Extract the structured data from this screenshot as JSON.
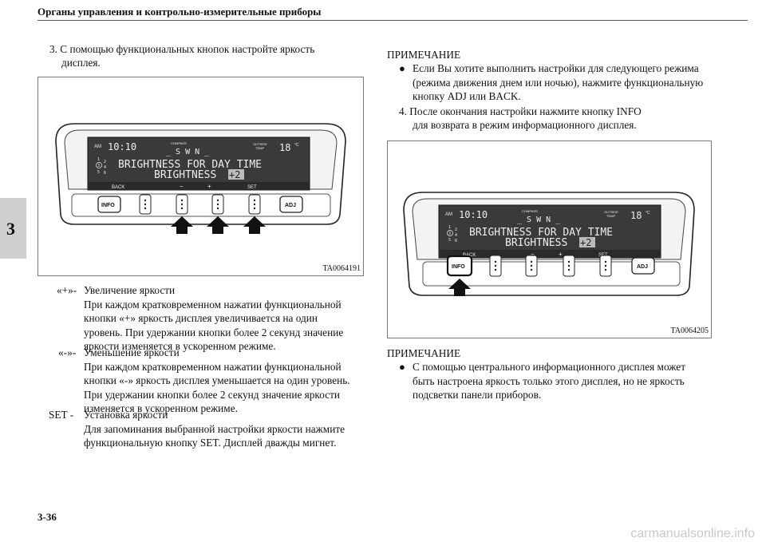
{
  "header": {
    "title": "Органы управления и контрольно-измерительные приборы"
  },
  "tab": {
    "number": "3"
  },
  "left": {
    "step3_line1": "3.  С помощью функциональных кнопок настройте яркость",
    "step3_line2": "дисплея."
  },
  "figure1": {
    "code": "TA0064191"
  },
  "figure2": {
    "code": "TA0064205"
  },
  "display": {
    "am": "AM",
    "time": "10:10",
    "compass_label": "COMPASS",
    "compass_letters": "_ S   W   N _",
    "outside_label1": "OUTSIDE",
    "outside_label2": "TEMP",
    "temp": "18",
    "temp_unit": "°C",
    "gear_top": "1",
    "gear_mid": "3",
    "gear_bottom": "5",
    "gear_2": "2",
    "gear_4": "4",
    "gear_6": "6",
    "line1": "BRIGHTNESS FOR DAY TIME",
    "line2": "BRIGHTNESS",
    "value": "+2",
    "softkey_back": "BACK",
    "softkey_minus": "−",
    "softkey_plus": "+",
    "softkey_set": "SET",
    "btn_info": "INFO",
    "btn_adj": "ADJ"
  },
  "definitions": [
    {
      "term": "«+»-",
      "lines": [
        "Увеличение яркости",
        "При каждом кратковременном нажатии функциональной",
        "кнопки «+» яркость дисплея увеличивается на один",
        "уровень. При удержании кнопки более 2 секунд значение",
        "яркости изменяется в ускоренном режиме."
      ]
    },
    {
      "term": "«-»-",
      "lines": [
        "Уменьшение яркости",
        "При каждом кратковременном нажатии функциональной",
        "кнопки «-» яркость дисплея уменьшается на один уровень.",
        "При удержании кнопки более 2 секунд значение яркости",
        "изменяется в ускоренном режиме."
      ]
    },
    {
      "term": "SET -",
      "lines": [
        "Установка яркости",
        "Для запоминания выбранной настройки яркости нажмите",
        "функциональную кнопку SET. Дисплей дважды мигнет."
      ]
    }
  ],
  "right": {
    "note1_title": "ПРИМЕЧАНИЕ",
    "note1_lines": [
      "Если Вы хотите выполнить настройки для следующего режима",
      "(режима движения днем или ночью), нажмите функциональную",
      "кнопку ADJ или BACK."
    ],
    "step4_line1": "4.  После окончания настройки нажмите кнопку INFO",
    "step4_line2": "для возврата в режим информационного дисплея.",
    "note2_title": "ПРИМЕЧАНИЕ",
    "note2_lines": [
      "С помощью центрального информационного дисплея может",
      "быть настроена яркость только этого дисплея, но не яркость",
      "подсветки панели приборов."
    ]
  },
  "footer": {
    "page": "3-36"
  },
  "watermark": {
    "text": "carmanualsonline.info"
  }
}
